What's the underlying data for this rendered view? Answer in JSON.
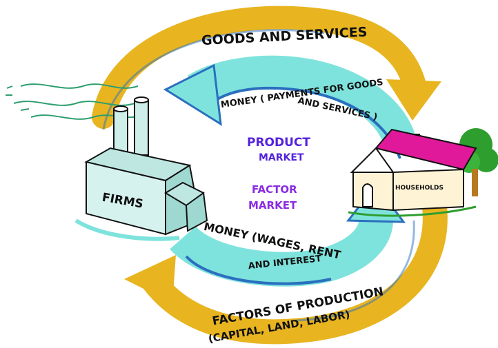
{
  "labels": {
    "goods_services": "GOODS AND SERVICES",
    "money_payments_line1": "MONEY ( PAYMENTS FOR GOODS",
    "money_payments_line2": "AND SERVICES )",
    "product_market_line1": "PRODUCT",
    "product_market_line2": "MARKET",
    "factor_market_line1": "FACTOR",
    "factor_market_line2": "MARKET",
    "firms": "FIRMS",
    "households": "HOUSEHOLDS",
    "money_wages_line1": "MONEY (WAGES, RENT",
    "money_wages_line2": "AND INTEREST",
    "factors_production_line1": "FACTORS OF PRODUCTION",
    "factors_production_line2": "(CAPITAL, LAND, LABOR)"
  },
  "colors": {
    "outer_flow": "#e8b521",
    "inner_flow": "#7fe3dd",
    "inner_flow_edge": "#2a6fbf",
    "market_text": "#5522dd",
    "factor_text": "#8a2be2",
    "roof": "#e0199a",
    "tree": "#2e9e2e",
    "ink": "#111111"
  }
}
